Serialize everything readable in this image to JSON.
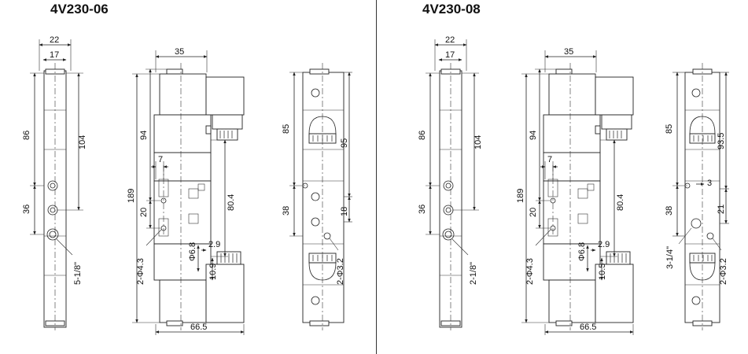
{
  "views": [
    {
      "title": "4V230-06",
      "width_outer": "22",
      "width_inner": "17",
      "dim_86": "86",
      "dim_104": "104",
      "dim_36": "36",
      "port_label": "5-1/8\"",
      "dim_35": "35",
      "dim_94": "94",
      "dim_189": "189",
      "dim_7": "7",
      "dim_20": "20",
      "dim_804": "80.4",
      "hole1": "2-Φ4.3",
      "dim_68": "Φ6.8",
      "dim_29": "2.9",
      "dim_109": "10.9",
      "dim_665": "66.5",
      "dim_85": "85",
      "dim_95": "95",
      "dim_38": "38",
      "dim_18": "18",
      "hole2": "2-Φ3.2"
    },
    {
      "title": "4V230-08",
      "width_outer": "22",
      "width_inner": "17",
      "dim_86": "86",
      "dim_104": "104",
      "dim_36": "36",
      "port_label": "2-1/8\"",
      "dim_35": "35",
      "dim_94": "94",
      "dim_189": "189",
      "dim_7": "7",
      "dim_20": "20",
      "dim_804": "80.4",
      "hole1": "2-Φ4.3",
      "dim_68": "Φ6.8",
      "dim_29": "2.9",
      "dim_109": "10.5",
      "dim_665": "66.5",
      "dim_85": "85",
      "dim_95": "93.5",
      "dim_38": "38",
      "dim_18": "21",
      "dim_3": "3",
      "port2": "3-1/4\"",
      "hole2": "2-Φ3.2"
    }
  ]
}
